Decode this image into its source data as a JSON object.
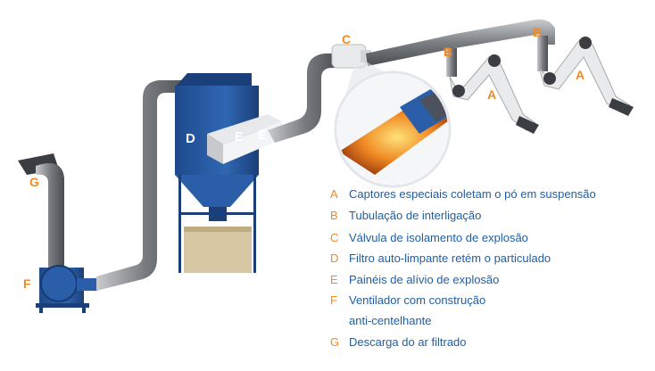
{
  "diagram": {
    "callouts": {
      "A1": "A",
      "A2": "A",
      "B1": "B",
      "B2": "B",
      "C": "C",
      "D": "D",
      "E1": "E",
      "E2": "E",
      "F": "F",
      "G": "G"
    },
    "legend": [
      {
        "letter": "A",
        "text": "Captores especiais coletam o pó em suspensão"
      },
      {
        "letter": "B",
        "text": "Tubulação de interligação"
      },
      {
        "letter": "C",
        "text": "Válvula de isolamento de explosão"
      },
      {
        "letter": "D",
        "text": "Filtro auto-limpante retém o particulado"
      },
      {
        "letter": "E",
        "text": "Painéis de alívio de explosão"
      },
      {
        "letter": "F",
        "text": "Ventilador com construção"
      },
      {
        "letter": "",
        "text": "anti-centelhante"
      },
      {
        "letter": "G",
        "text": "Descarga do ar filtrado"
      }
    ],
    "colors": {
      "accent": "#f08a24",
      "text": "#1d5fa6",
      "machine_blue": "#2b5ea8",
      "duct": "#8c8f93"
    }
  }
}
